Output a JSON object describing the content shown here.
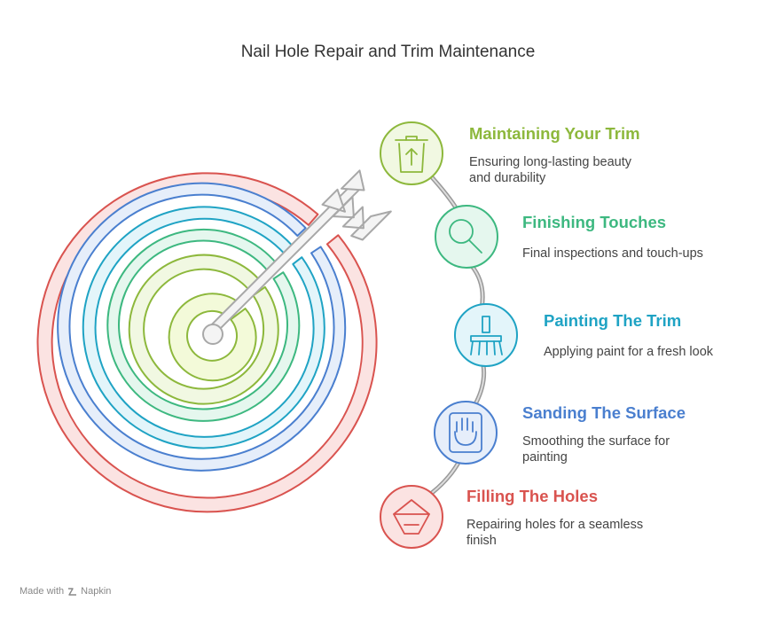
{
  "title": "Nail Hole Repair and Trim Maintenance",
  "steps": [
    {
      "title": "Maintaining Your Trim",
      "description": "Ensuring long-lasting beauty and durability",
      "icon": "trash-icon",
      "color": "#8DB83C"
    },
    {
      "title": "Finishing Touches",
      "description": "Final inspections and touch-ups",
      "icon": "magnifier-icon",
      "color": "#3DB880"
    },
    {
      "title": "Painting The Trim",
      "description": "Applying paint for a fresh look",
      "icon": "paintbrush-icon",
      "color": "#1FA3C4"
    },
    {
      "title": "Sanding The Surface",
      "description": "Smoothing the surface for painting",
      "icon": "sanding-hand-icon",
      "color": "#4A7FCF"
    },
    {
      "title": "Filling The Holes",
      "description": "Repairing holes for a seamless finish",
      "icon": "putty-bucket-icon",
      "color": "#D9534F"
    }
  ],
  "target_ring_colors": [
    "#D9534F",
    "#4A7FCF",
    "#1FA3C4",
    "#3DB880",
    "#8DB83C"
  ],
  "footer": {
    "made_with": "Made with",
    "brand": "Napkin"
  }
}
